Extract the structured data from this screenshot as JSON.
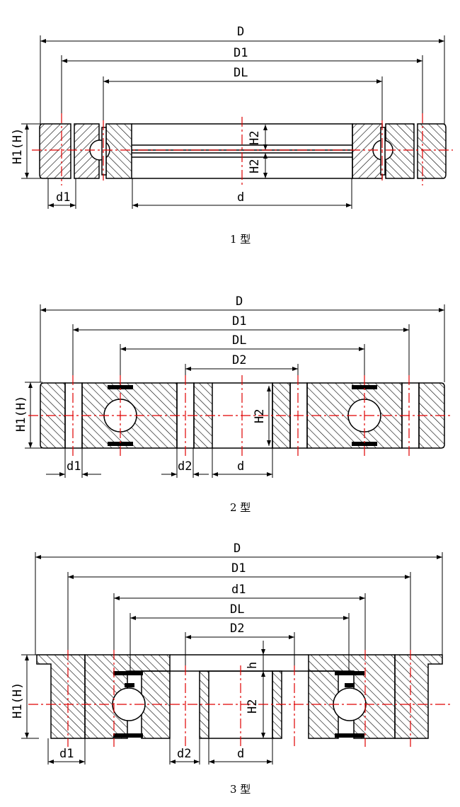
{
  "diagrams": [
    {
      "caption": "1 型",
      "labels": {
        "D": "D",
        "D1": "D1",
        "DL": "DL",
        "H1": "H1(H)",
        "H2a": "H2",
        "H2b": "H2",
        "d1": "d1",
        "d": "d"
      }
    },
    {
      "caption": "2 型",
      "labels": {
        "D": "D",
        "D1": "D1",
        "DL": "DL",
        "D2": "D2",
        "H1": "H1(H)",
        "H2": "H2",
        "d1": "d1",
        "d2": "d2",
        "d": "d"
      }
    },
    {
      "caption": "3 型",
      "labels": {
        "D": "D",
        "D1": "D1",
        "d1top": "d1",
        "DL": "DL",
        "D2": "D2",
        "h": "h",
        "H1": "H1(H)",
        "H2": "H2",
        "d1": "d1",
        "d2": "d2",
        "d": "d"
      }
    }
  ],
  "colors": {
    "line": "#000000",
    "centerline": "#e00000",
    "seal": "#000000"
  }
}
